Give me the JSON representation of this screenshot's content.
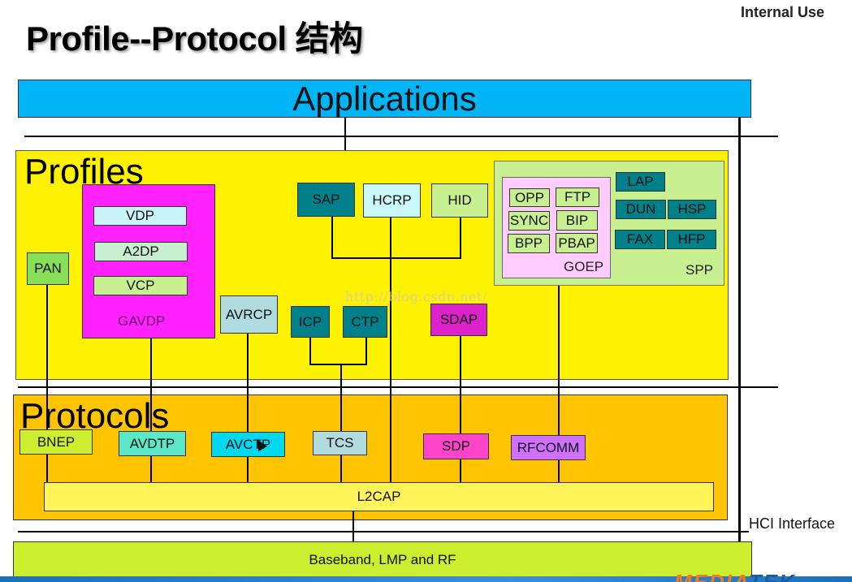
{
  "header": {
    "title": "Profile--Protocol 结构",
    "classification": "Internal Use"
  },
  "layers": {
    "applications": "Applications",
    "profiles": "Profiles",
    "protocols": "Protocols",
    "l2cap": "L2CAP",
    "hci": "HCI Interface",
    "baseband": "Baseband, LMP and RF"
  },
  "profiles": {
    "pan": "PAN",
    "gavdp": {
      "label": "GAVDP",
      "children": [
        "VDP",
        "A2DP",
        "VCP"
      ]
    },
    "avrcp": "AVRCP",
    "sap": "SAP",
    "hcrp": "HCRP",
    "hid": "HID",
    "icp": "ICP",
    "ctp": "CTP",
    "sdap": "SDAP",
    "spp": {
      "label": "SPP",
      "goep": {
        "label": "GOEP",
        "children": [
          "OPP",
          "FTP",
          "SYNC",
          "BIP",
          "BPP",
          "PBAP"
        ]
      },
      "children": [
        "LAP",
        "DUN",
        "HSP",
        "FAX",
        "HFP"
      ]
    }
  },
  "protocols": {
    "bnep": "BNEP",
    "avdtp": "AVDTP",
    "avctp": "AVCTP",
    "tcs": "TCS",
    "sdp": "SDP",
    "rfcomm": "RFCOMM"
  },
  "watermark": "http://blog.csdn.net/",
  "footer": {
    "brand_head": "MEDIA",
    "brand_tail": "TEK"
  },
  "colors": {
    "applications": "#00b4f5",
    "profiles_bg": "#fff200",
    "protocols_bg": "#ffc400",
    "l2cap": "#fff45a",
    "baseband": "#ccee2e",
    "gavdp": "#ff22ff",
    "spp": "#c8f090",
    "goep": "#ffccff",
    "teal": "#00808a"
  }
}
